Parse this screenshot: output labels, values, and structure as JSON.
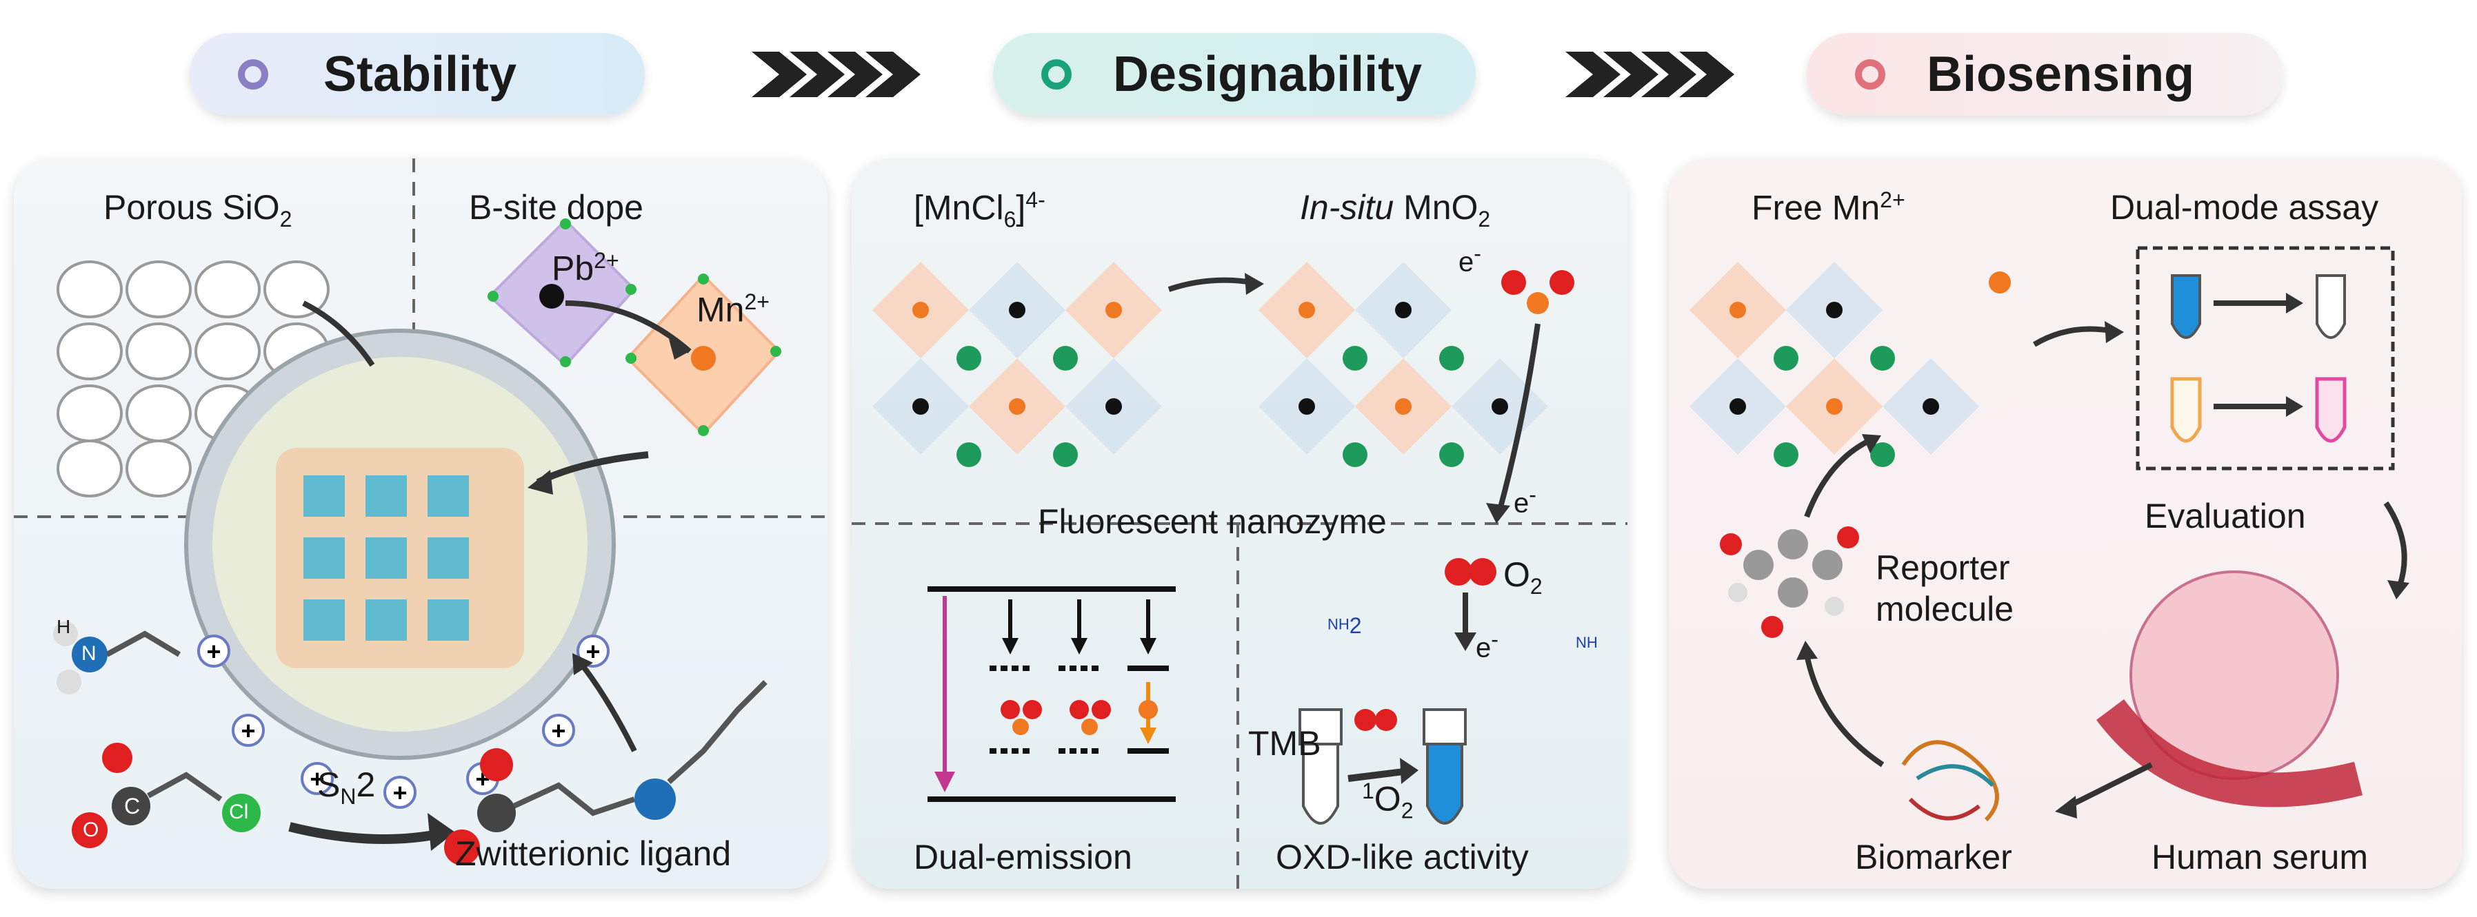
{
  "header": {
    "stability": "Stability",
    "designability": "Designability",
    "biosensing": "Biosensing"
  },
  "stability_panel": {
    "porous_base": "Porous SiO",
    "porous_sub": "2",
    "bsite": "B-site dope",
    "pb_base": "Pb",
    "pb_sup": "2+",
    "mn_base": "Mn",
    "mn_sup": "2+",
    "sn2_base": "S",
    "sn2_sub": "N",
    "sn2_tail": "2",
    "zwitterionic": "Zwitterionic ligand",
    "atoms": {
      "H": "H",
      "N": "N",
      "O": "O",
      "C": "C",
      "Cl": "Cl"
    }
  },
  "design_panel": {
    "mncl_base": "[MnCl",
    "mncl_sub": "6",
    "mncl_close": "]",
    "mncl_sup": "4-",
    "insitu_italic": "In-situ",
    "mno2_base": " MnO",
    "mno2_sub": "2",
    "eminus_base": "e",
    "eminus_sup": "-",
    "fluorescent": "Fluorescent nanozyme",
    "o2_base": "O",
    "o2_sub": "2",
    "nh2": "NH",
    "nh2_sub": "2",
    "nh": "NH",
    "tmb": "TMB",
    "singlet_sup": "1",
    "singlet_base": "O",
    "singlet_sub": "2",
    "dual_emission": "Dual-emission",
    "oxd": "OXD-like activity"
  },
  "bio_panel": {
    "free_base": "Free Mn",
    "free_sup": "2+",
    "dual_mode": "Dual-mode assay",
    "evaluation": "Evaluation",
    "reporter_1": "Reporter",
    "reporter_2": "molecule",
    "biomarker": "Biomarker",
    "serum": "Human serum"
  },
  "colors": {
    "stability_ring": "#8a7fc4",
    "designability_ring": "#1aa37a",
    "biosensing_ring": "#e0707a",
    "mn_orange": "#f07820",
    "green_atom": "#1e9a5a",
    "blue_solution": "#1e8fd8"
  }
}
